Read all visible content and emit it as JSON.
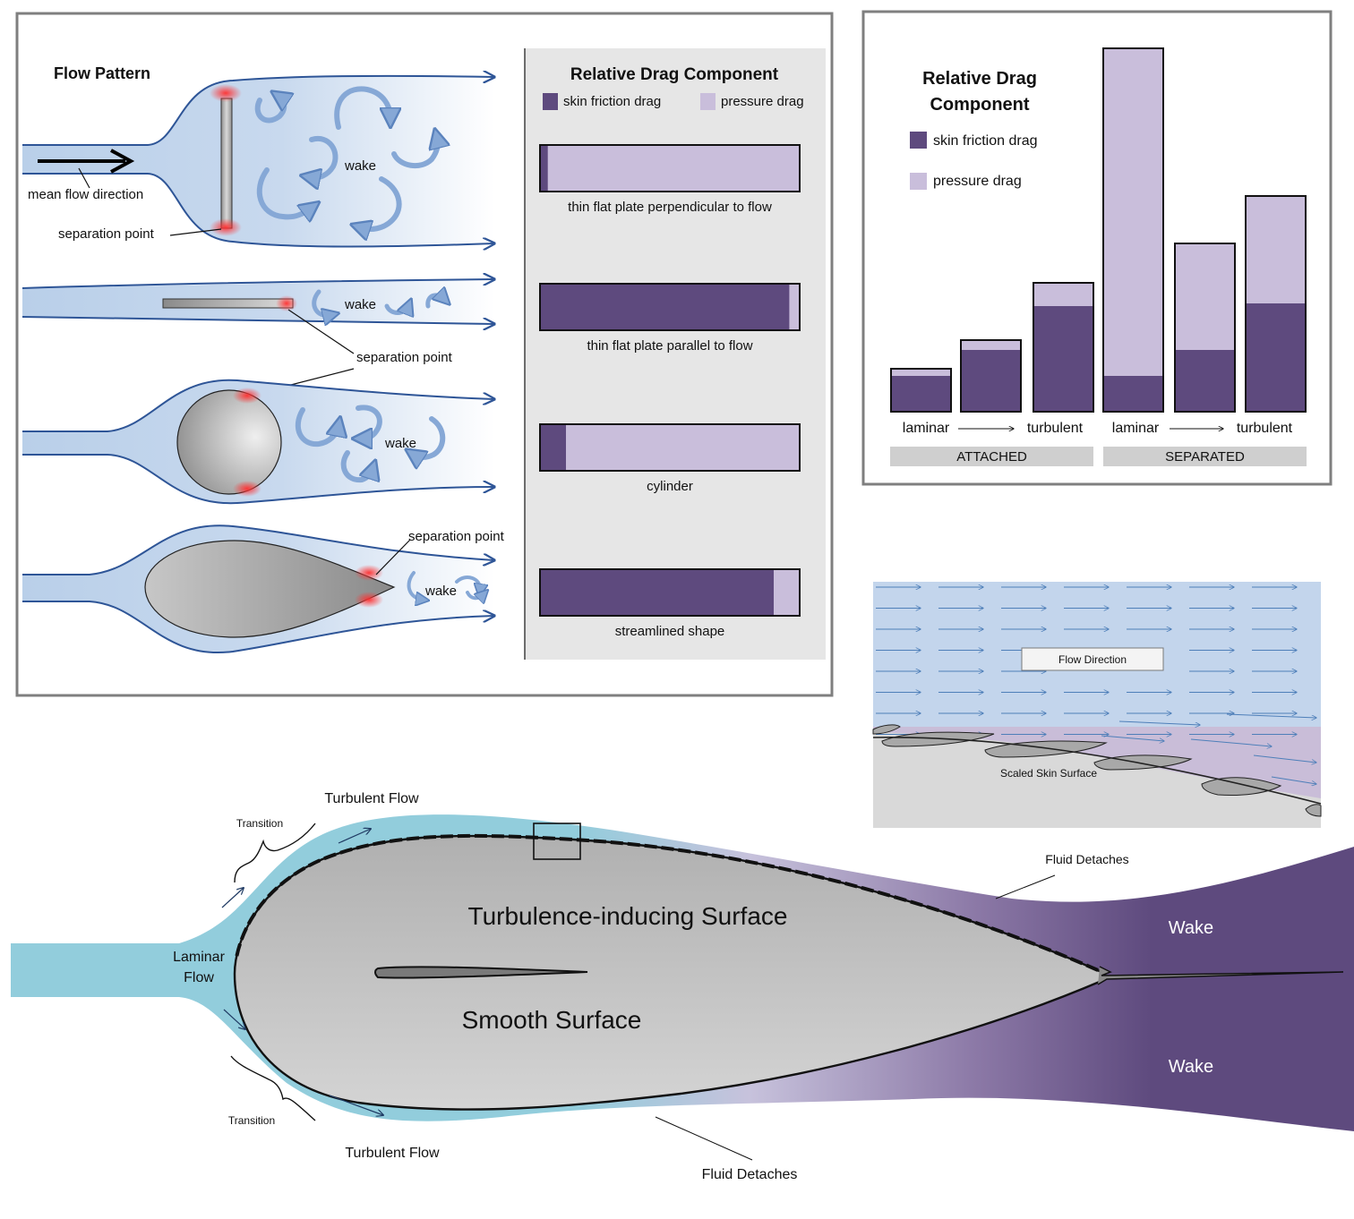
{
  "flow_panel": {
    "title": "Flow Pattern",
    "labels": {
      "mean_flow": "mean  flow direction",
      "separation_point": "separation point",
      "wake": "wake"
    }
  },
  "drag_panel": {
    "title": "Relative Drag Component",
    "legend": {
      "skin": "skin friction drag",
      "pressure": "pressure drag"
    },
    "colors": {
      "skin": "#5e4a7e",
      "pressure": "#c9bedb"
    },
    "bars": [
      {
        "label": "thin flat plate perpendicular to flow",
        "skin": 0.03
      },
      {
        "label": "thin flat plate parallel to flow",
        "skin": 0.96
      },
      {
        "label": "cylinder",
        "skin": 0.1
      },
      {
        "label": "streamlined shape",
        "skin": 0.9
      }
    ]
  },
  "chart_panel": {
    "title_line1": "Relative Drag",
    "title_line2": "Component",
    "legend": {
      "skin": "skin friction drag",
      "pressure": "pressure drag"
    }
  },
  "chart_data": {
    "type": "bar",
    "stacked": true,
    "categories": [
      "laminar",
      "",
      "turbulent",
      "laminar",
      "",
      "turbulent"
    ],
    "groups": [
      "ATTACHED",
      "SEPARATED"
    ],
    "series": [
      {
        "name": "skin friction drag",
        "values": [
          40,
          69,
          118,
          40,
          69,
          121
        ]
      },
      {
        "name": "pressure drag",
        "values": [
          8,
          11,
          26,
          366,
          119,
          120
        ]
      }
    ]
  },
  "skin_panel": {
    "flow_direction": "Flow Direction",
    "surface": "Scaled Skin Surface"
  },
  "main_diagram": {
    "turbulent_flow": "Turbulent Flow",
    "transition": "Transition",
    "laminar_line1": "Laminar",
    "laminar_line2": "Flow",
    "turbulence_surface": "Turbulence-inducing  Surface",
    "smooth_surface": "Smooth Surface",
    "fluid_detaches": "Fluid Detaches",
    "wake": "Wake"
  }
}
